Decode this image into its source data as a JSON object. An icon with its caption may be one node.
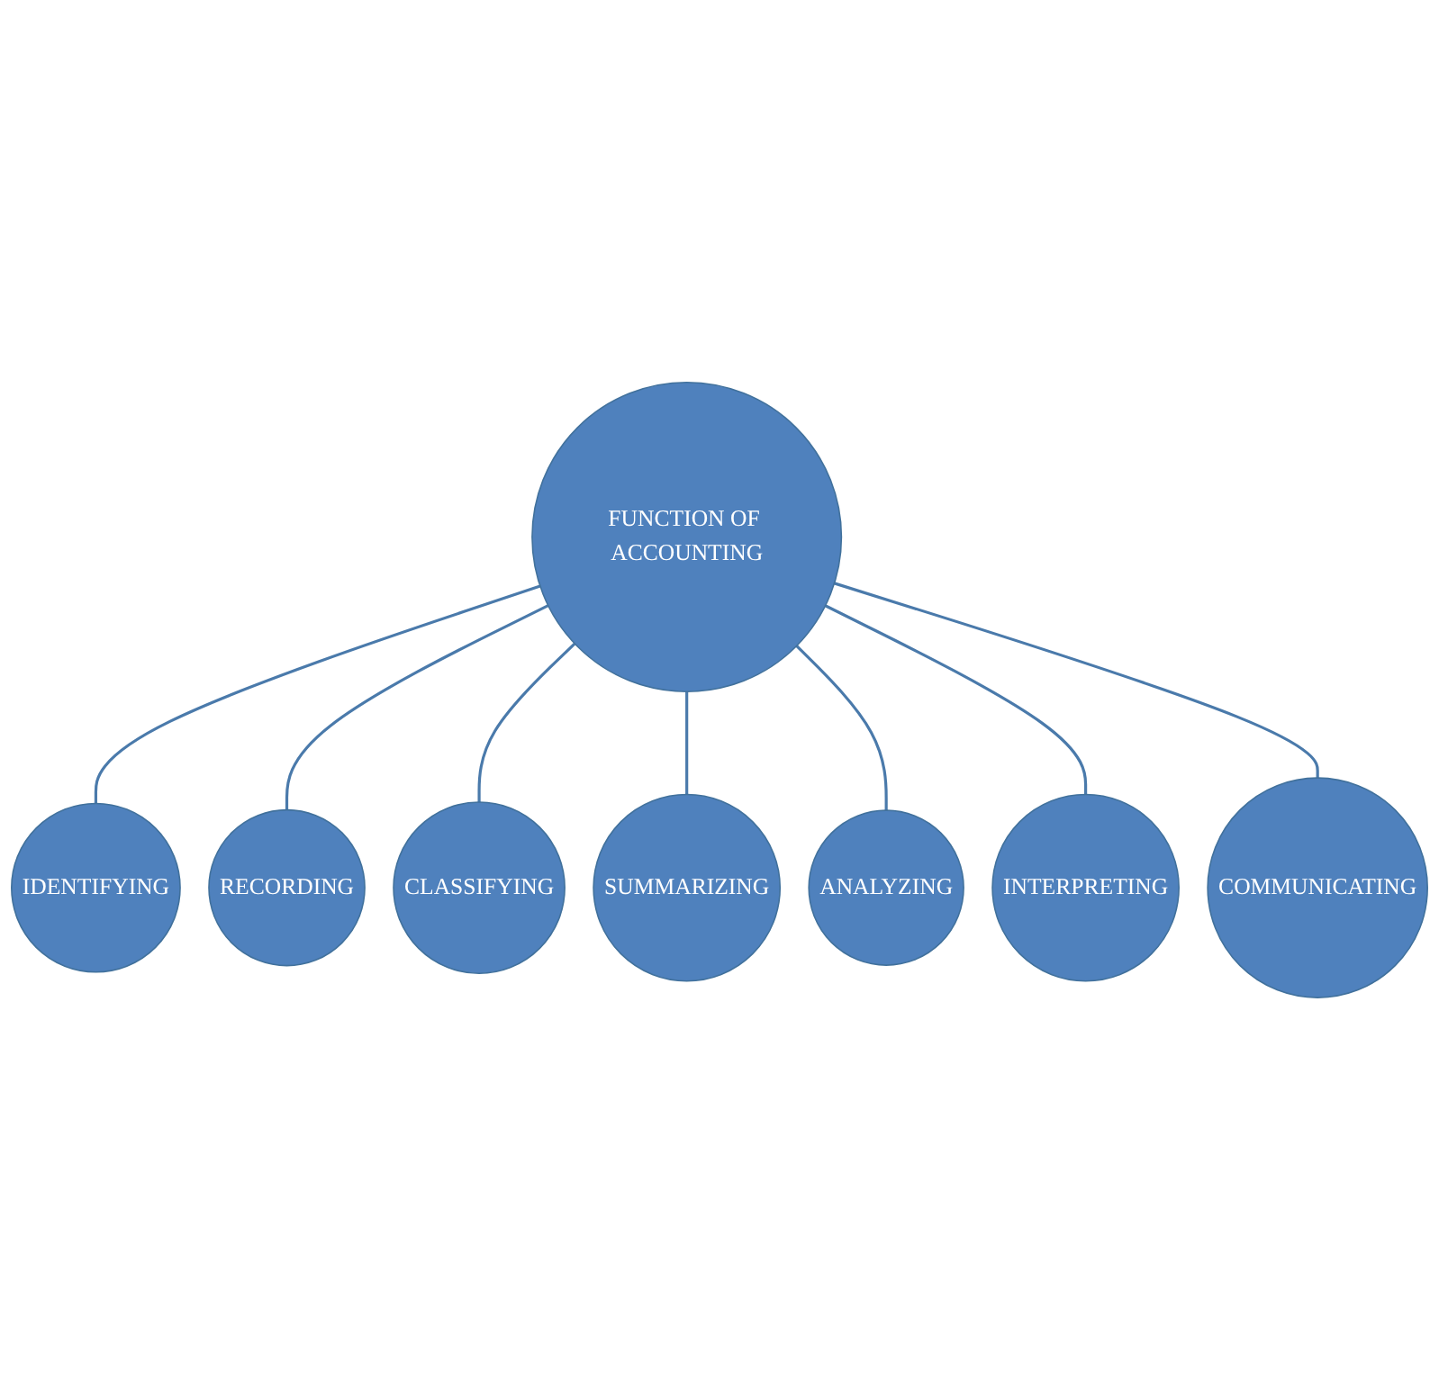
{
  "diagram": {
    "nodes": [
      {
        "text": [
          "IDENTIFYING"
        ]
      },
      {
        "text": [
          "COMMUNICATING"
        ]
      },
      {
        "text": [
          "RECORDING"
        ]
      },
      {
        "text": [
          "FUNCTION OF ACCOUNTING"
        ]
      },
      {
        "text": [
          "INTERPRETING"
        ]
      },
      {
        "text": [
          "CLASSIFYING"
        ]
      },
      {
        "text": [
          "ANALYZING"
        ]
      },
      {
        "text": [
          "SUMMARIZING"
        ]
      }
    ],
    "edges": [
      {
        "from": 3,
        "to": 0,
        "arrow": "none"
      },
      {
        "from": 3,
        "to": 2,
        "arrow": "none"
      },
      {
        "from": 3,
        "to": 5,
        "arrow": "none"
      },
      {
        "from": 3,
        "to": 7,
        "arrow": "none"
      },
      {
        "from": 3,
        "to": 6,
        "arrow": "none"
      },
      {
        "from": 3,
        "to": 4,
        "arrow": "none"
      },
      {
        "from": 3,
        "to": 1,
        "arrow": "none"
      }
    ]
  }
}
